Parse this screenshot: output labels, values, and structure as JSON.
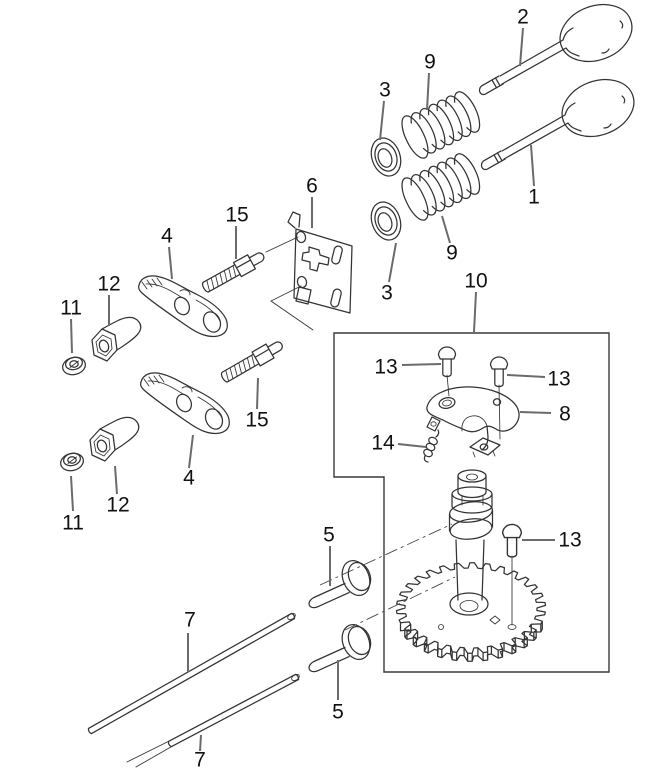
{
  "colors": {
    "background": "#ffffff",
    "line": "#333333",
    "leader": "#6b6b6b",
    "label_text": "#111111"
  },
  "callouts": [
    {
      "part": "2"
    },
    {
      "part": "9"
    },
    {
      "part": "3"
    },
    {
      "part": "1"
    },
    {
      "part": "6"
    },
    {
      "part": "15"
    },
    {
      "part": "4"
    },
    {
      "part": "9"
    },
    {
      "part": "12"
    },
    {
      "part": "3"
    },
    {
      "part": "10"
    },
    {
      "part": "11"
    },
    {
      "part": "13"
    },
    {
      "part": "13"
    },
    {
      "part": "8"
    },
    {
      "part": "14"
    },
    {
      "part": "15"
    },
    {
      "part": "4"
    },
    {
      "part": "12"
    },
    {
      "part": "11"
    },
    {
      "part": "5"
    },
    {
      "part": "13"
    },
    {
      "part": "7"
    },
    {
      "part": "5"
    },
    {
      "part": "7"
    }
  ]
}
